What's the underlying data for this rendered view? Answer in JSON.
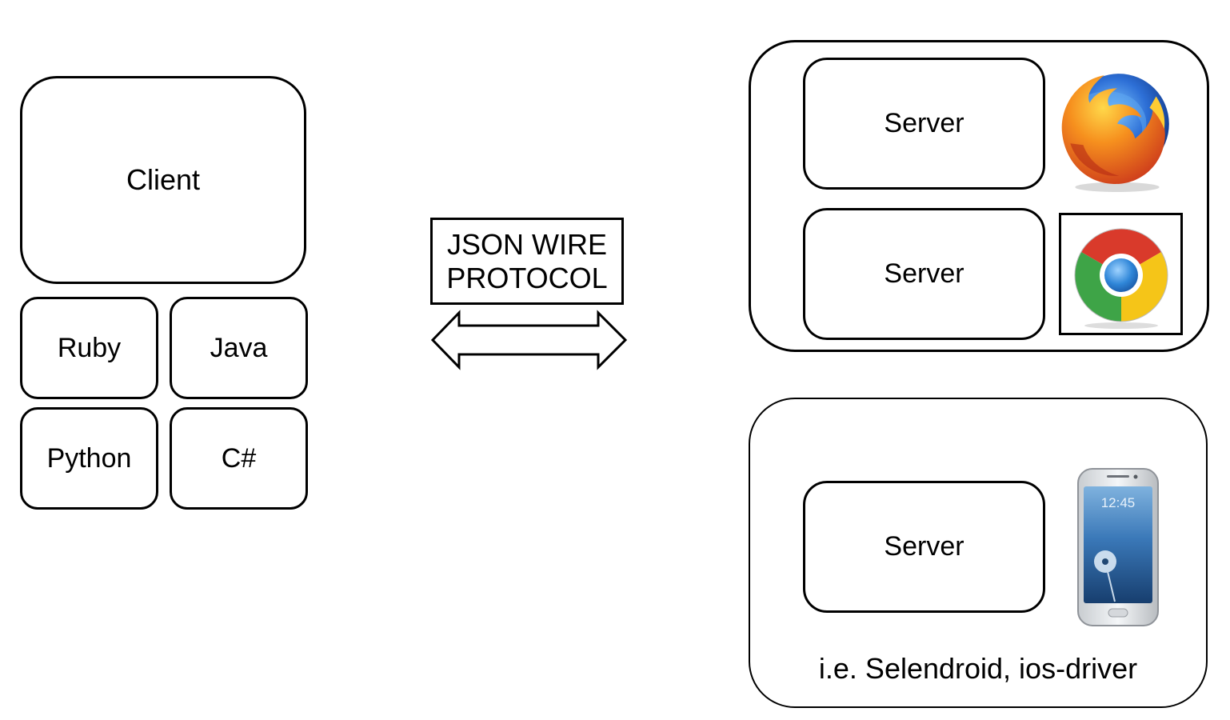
{
  "client": {
    "title": "Client",
    "languages": [
      "Ruby",
      "Java",
      "Python",
      "C#"
    ]
  },
  "protocol": {
    "line1": "JSON WIRE",
    "line2": "PROTOCOL"
  },
  "browser_group": {
    "servers": [
      {
        "label": "Server",
        "browser_icon": "firefox-icon"
      },
      {
        "label": "Server",
        "browser_icon": "chrome-icon"
      }
    ]
  },
  "mobile_group": {
    "server_label": "Server",
    "device_icon": "smartphone-icon",
    "phone_clock": "12:45",
    "caption": "i.e. Selendroid, ios-driver"
  }
}
